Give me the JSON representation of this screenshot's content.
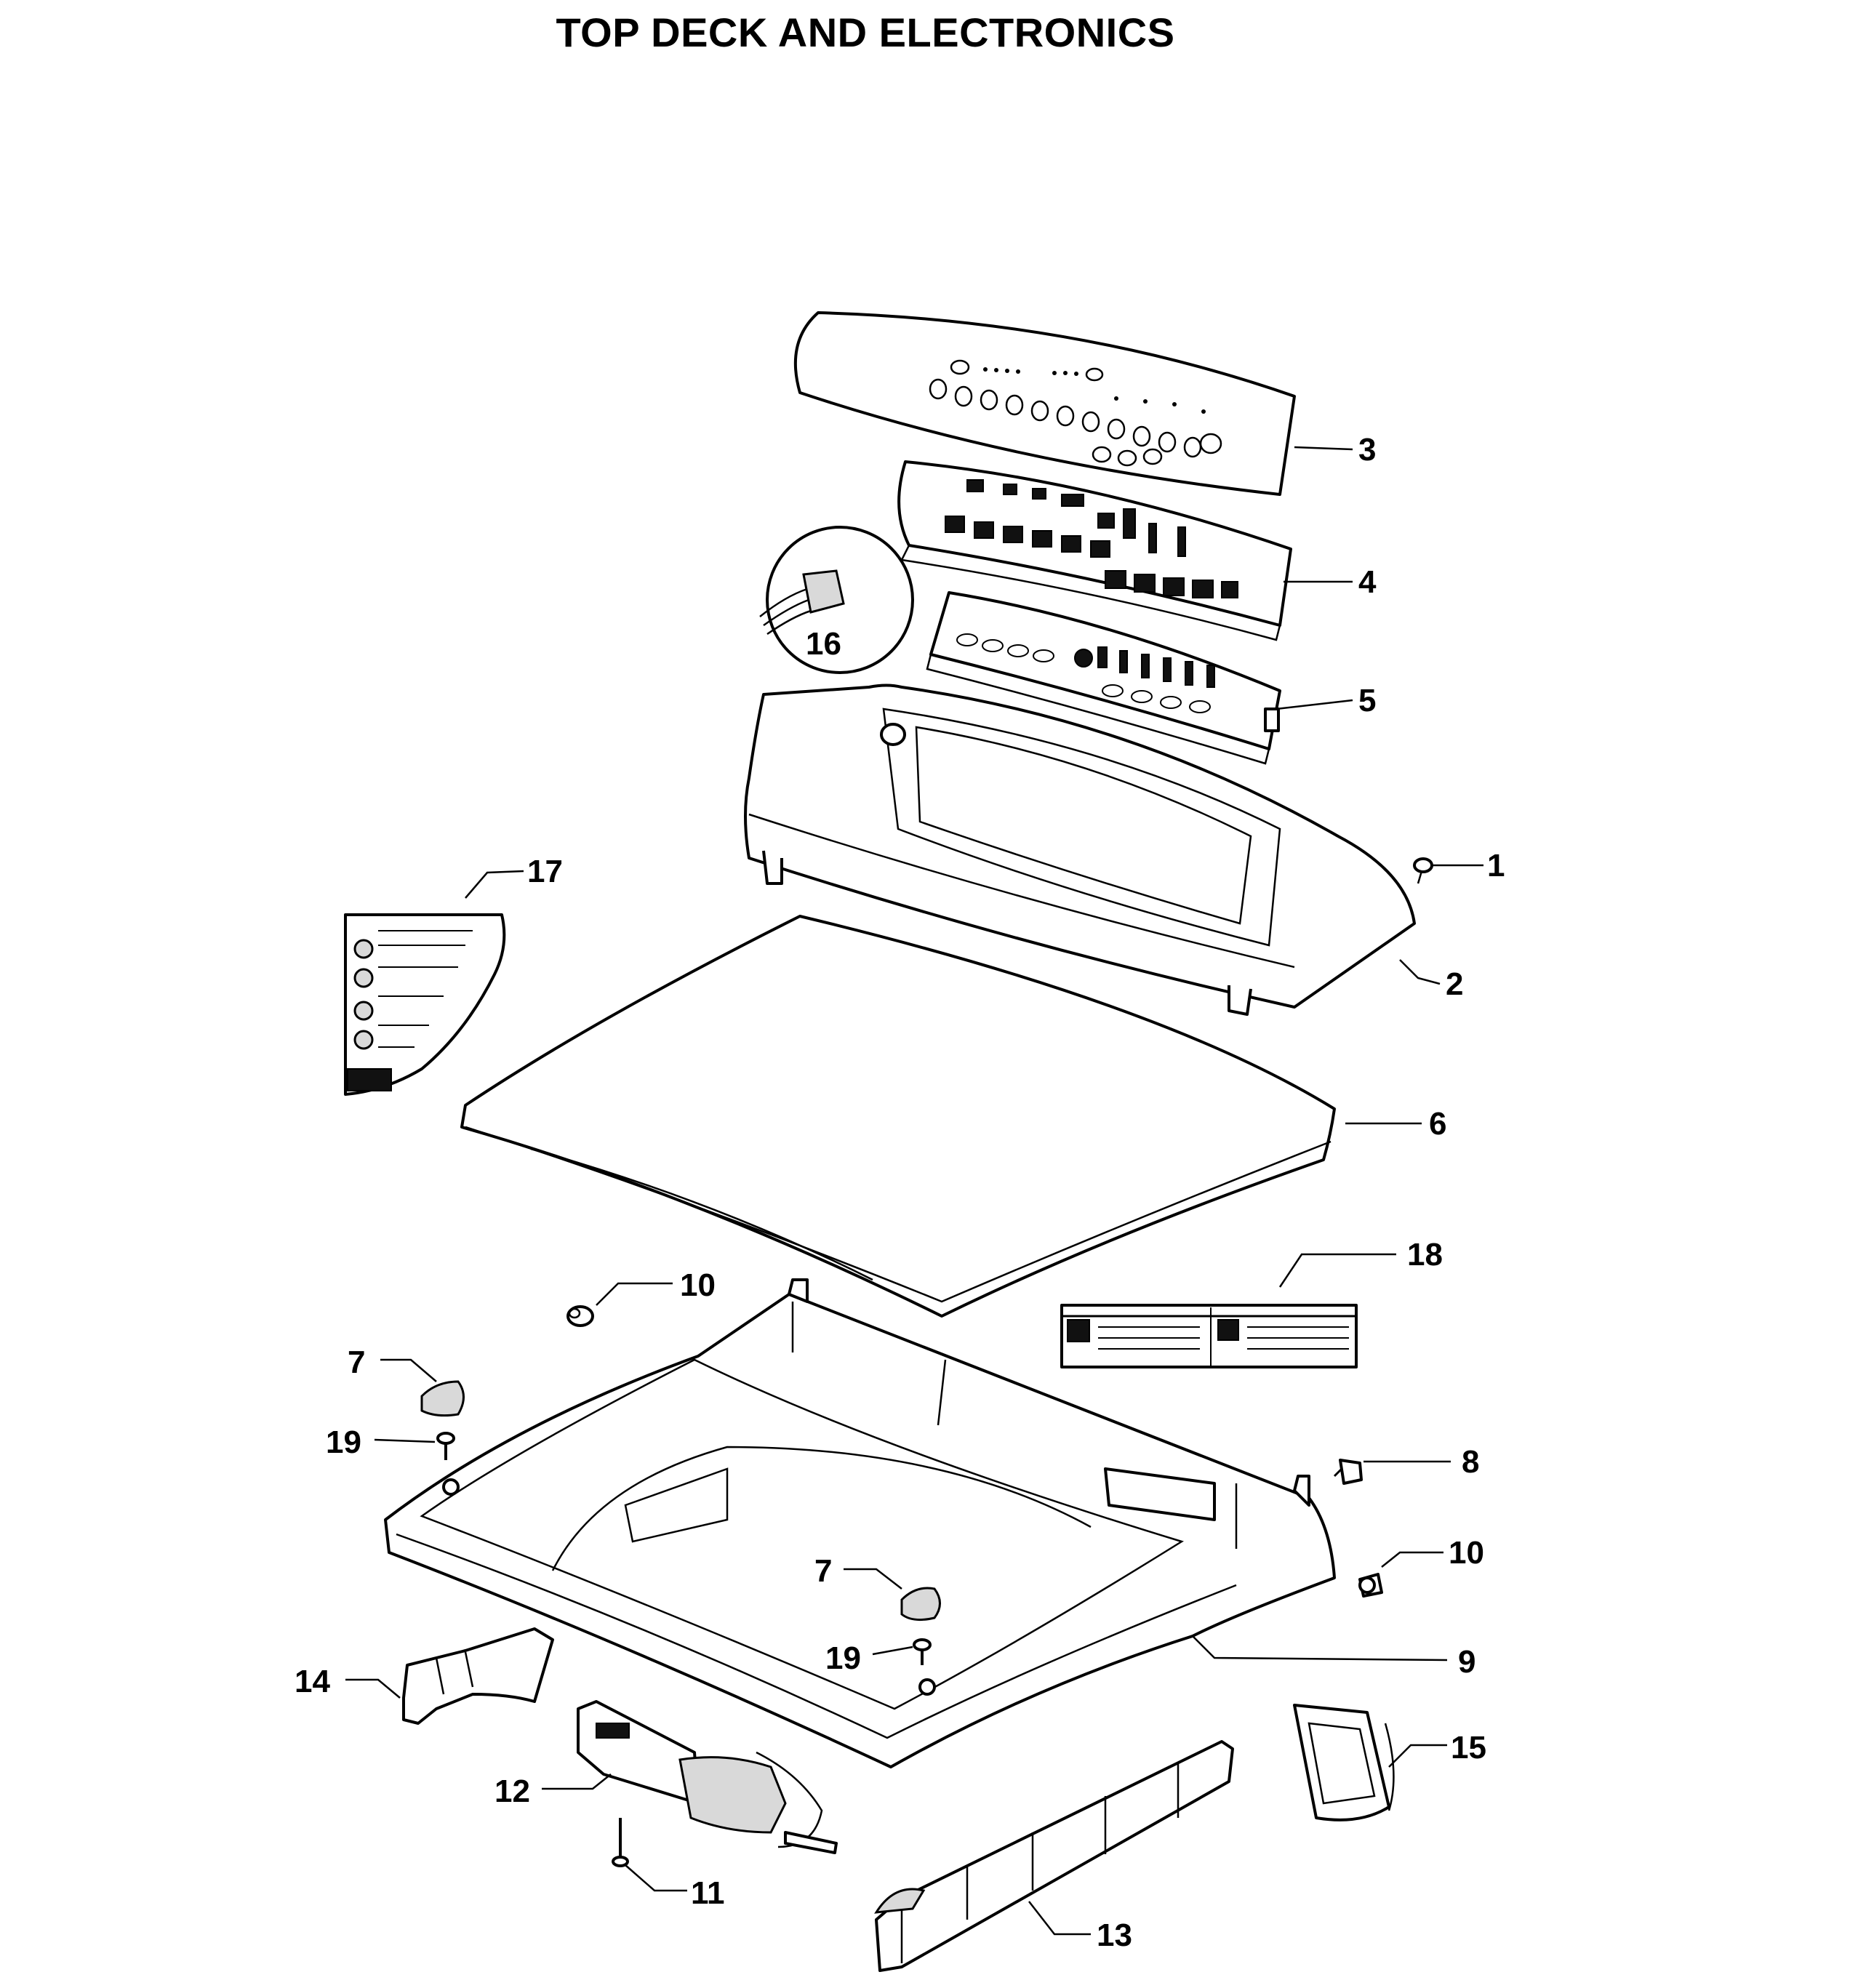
{
  "title": "TOP DECK AND ELECTRONICS",
  "callouts": [
    {
      "id": "c1",
      "label": "1"
    },
    {
      "id": "c2",
      "label": "2"
    },
    {
      "id": "c3",
      "label": "3"
    },
    {
      "id": "c4",
      "label": "4"
    },
    {
      "id": "c5",
      "label": "5"
    },
    {
      "id": "c6",
      "label": "6"
    },
    {
      "id": "c7a",
      "label": "7"
    },
    {
      "id": "c7b",
      "label": "7"
    },
    {
      "id": "c8",
      "label": "8"
    },
    {
      "id": "c9",
      "label": "9"
    },
    {
      "id": "c10a",
      "label": "10"
    },
    {
      "id": "c10b",
      "label": "10"
    },
    {
      "id": "c11",
      "label": "11"
    },
    {
      "id": "c12",
      "label": "12"
    },
    {
      "id": "c13",
      "label": "13"
    },
    {
      "id": "c14",
      "label": "14"
    },
    {
      "id": "c15",
      "label": "15"
    },
    {
      "id": "c16",
      "label": "16"
    },
    {
      "id": "c17",
      "label": "17"
    },
    {
      "id": "c18",
      "label": "18"
    },
    {
      "id": "c19a",
      "label": "19"
    },
    {
      "id": "c19b",
      "label": "19"
    }
  ]
}
